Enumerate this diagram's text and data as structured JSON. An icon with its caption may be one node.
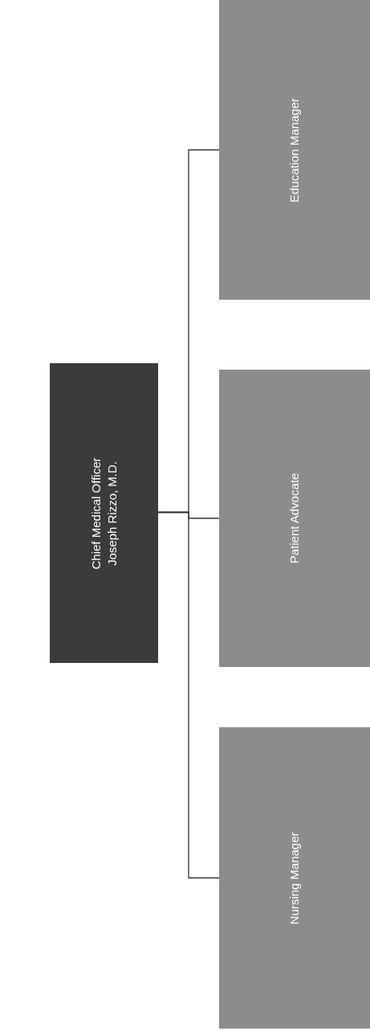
{
  "diagram": {
    "nodes": [
      {
        "text": [
          "Chief Medical Officer",
          "Joseph Rizzo, M.D."
        ]
      },
      {
        "text": [
          "Nursing Manager"
        ]
      },
      {
        "text": [
          "Patient Advocate"
        ]
      },
      {
        "text": [
          "Education Manager"
        ]
      }
    ],
    "edges": [
      {
        "from": 0,
        "to": 1,
        "arrow": "none"
      },
      {
        "from": 0,
        "to": 2,
        "arrow": "none"
      },
      {
        "from": 0,
        "to": 3,
        "arrow": "none"
      }
    ]
  }
}
